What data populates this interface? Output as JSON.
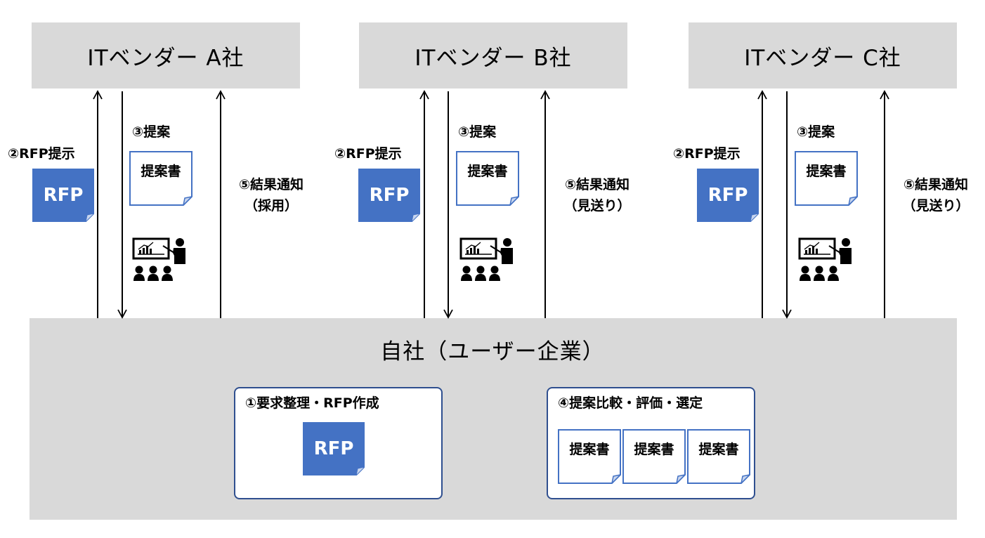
{
  "vendors": [
    {
      "name": "ITベンダー A社",
      "rfp_label": "②RFP提示",
      "rfp_doc": "RFP",
      "proposal_label": "③提案",
      "proposal_doc": "提案書",
      "result_line1": "⑤結果通知",
      "result_line2": "（採用）"
    },
    {
      "name": "ITベンダー B社",
      "rfp_label": "②RFP提示",
      "rfp_doc": "RFP",
      "proposal_label": "③提案",
      "proposal_doc": "提案書",
      "result_line1": "⑤結果通知",
      "result_line2": "（見送り）"
    },
    {
      "name": "ITベンダー C社",
      "rfp_label": "②RFP提示",
      "rfp_doc": "RFP",
      "proposal_label": "③提案",
      "proposal_doc": "提案書",
      "result_line1": "⑤結果通知",
      "result_line2": "（見送り）"
    }
  ],
  "company": {
    "title": "自社（ユーザー企業）",
    "step1": {
      "title": "①要求整理・RFP作成",
      "doc": "RFP"
    },
    "step4": {
      "title": "④提案比較・評価・選定",
      "docs": [
        "提案書",
        "提案書",
        "提案書"
      ]
    }
  },
  "colors": {
    "box_gray": "#d9d9d9",
    "rfp_blue": "#4472c4",
    "panel_border": "#2f4f8f"
  },
  "icons": [
    "presentation-icon",
    "audience-icon",
    "up-arrow-icon",
    "down-arrow-icon"
  ]
}
